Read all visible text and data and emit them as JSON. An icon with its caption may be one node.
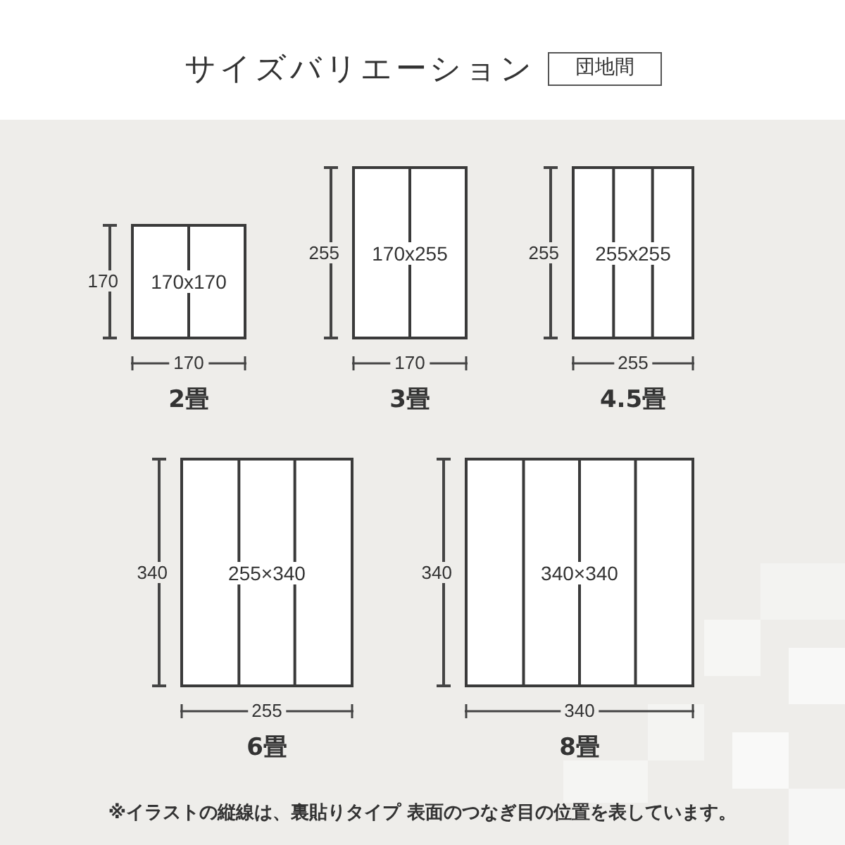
{
  "diagram": {
    "title": "サイズバリエーション",
    "caption": "※イラストの縦線は、裏貼りタイプ 表面のつなぎ目の位置を表しています。",
    "nodes": [
      {
        "text": [
          "団地間"
        ]
      },
      {
        "text": [
          "170x170"
        ],
        "beside": [
          "2畳"
        ]
      },
      {
        "text": [
          "170x255"
        ],
        "beside": [
          "3畳"
        ]
      },
      {
        "text": [
          "255x255"
        ],
        "beside": [
          "4.5畳"
        ]
      },
      {
        "text": [
          "255×340"
        ],
        "beside": [
          "6畳"
        ]
      },
      {
        "text": [
          "340×340"
        ],
        "beside": [
          "8畳"
        ]
      }
    ],
    "edges": [],
    "labels": [
      "170",
      "170",
      "255",
      "170",
      "255",
      "255",
      "340",
      "255",
      "340",
      "340"
    ]
  }
}
